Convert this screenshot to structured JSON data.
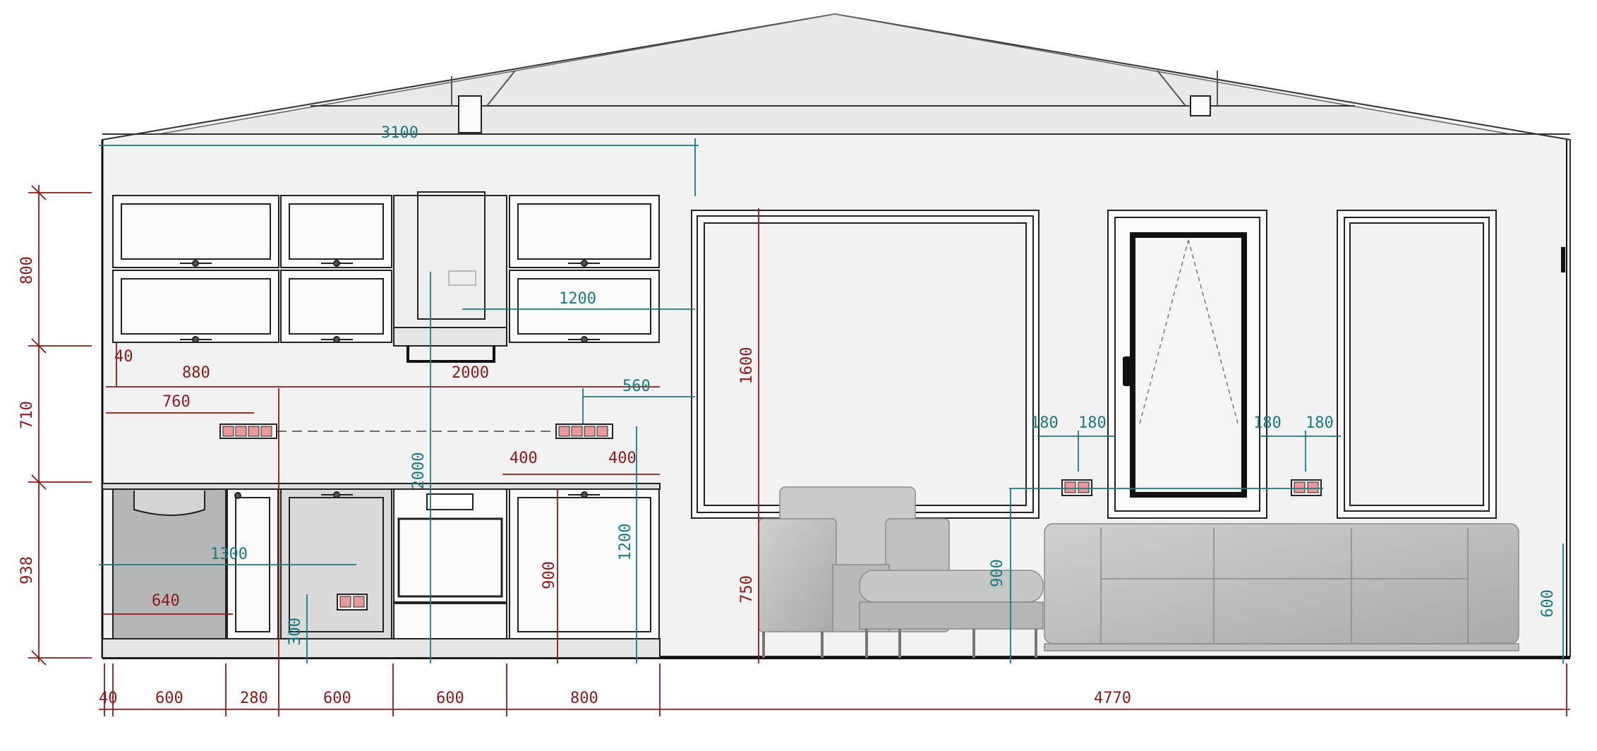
{
  "colors": {
    "red_dimension": "#8b1a1a",
    "teal_dimension": "#1a7a80",
    "wall": "#f2f2f2",
    "furniture": "#c4c6c5",
    "outline": "#1a1a1a"
  },
  "icons": [
    "pendant-lamp-icon",
    "socket-icon",
    "door-handle-icon",
    "cabinet-handle-icon"
  ],
  "left_vertical": [
    "800",
    "40",
    "710",
    "938"
  ],
  "bottom_row": [
    "40",
    "600",
    "280",
    "600",
    "600",
    "800",
    "4770"
  ],
  "upper": {
    "total": "3100",
    "w1200": "1200",
    "d2000": "2000",
    "d880": "880",
    "d560": "560",
    "d760": "760"
  },
  "lower": {
    "d400a": "400",
    "d400b": "400",
    "v2000": "2000",
    "v900": "900",
    "v1200": "1200",
    "d1300": "1300",
    "d640": "640",
    "v300": "300"
  },
  "window": {
    "v1600": "1600",
    "v750": "750",
    "v900": "900"
  },
  "right": {
    "d180a": "180",
    "d180b": "180",
    "d180c": "180",
    "d180d": "180",
    "v600": "600"
  }
}
